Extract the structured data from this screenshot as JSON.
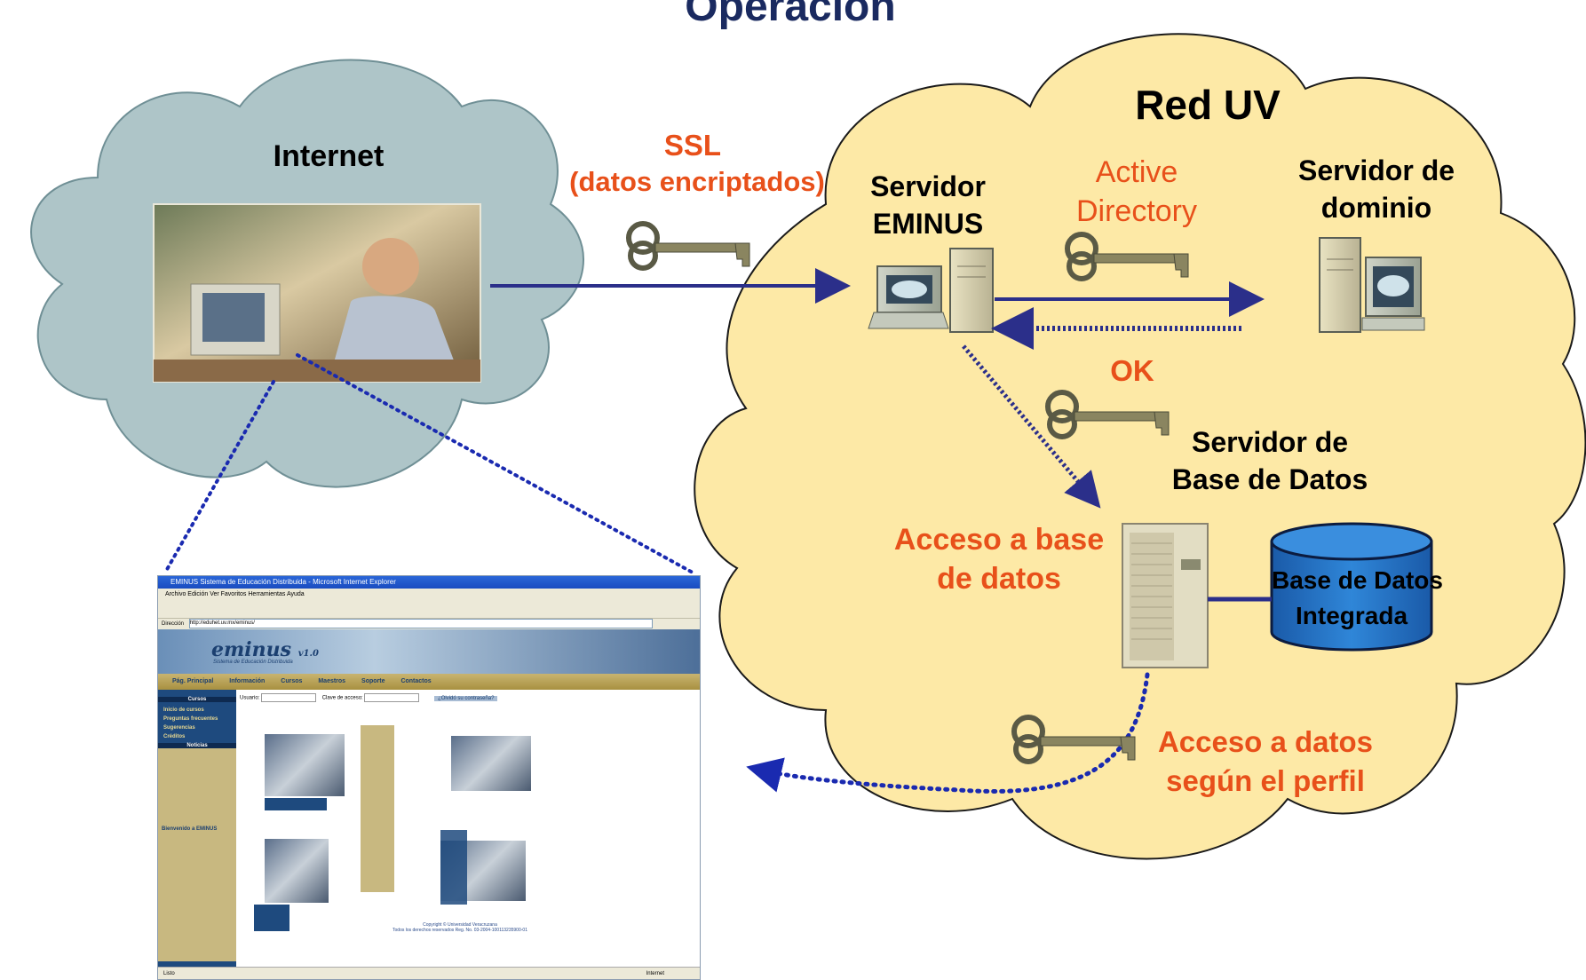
{
  "title": "Operación",
  "clouds": {
    "internet": {
      "label": "Internet",
      "fill": "#aec5c8",
      "stroke": "#6f8f95"
    },
    "red_uv": {
      "label": "Red UV",
      "fill": "#fde9a6",
      "stroke": "#1a1a1a"
    }
  },
  "links": {
    "ssl_line1": "SSL",
    "ssl_line2": "(datos encriptados)",
    "active_directory_line1": "Active",
    "active_directory_line2": "Directory",
    "ok": "OK",
    "acceso_base_line1": "Acceso a base",
    "acceso_base_line2": "de datos",
    "acceso_datos_line1": "Acceso a datos",
    "acceso_datos_line2": "según el perfil"
  },
  "nodes": {
    "servidor_eminus_line1": "Servidor",
    "servidor_eminus_line2": "EMINUS",
    "servidor_dominio_line1": "Servidor de",
    "servidor_dominio_line2": "dominio",
    "servidor_bd_line1": "Servidor de",
    "servidor_bd_line2": "Base de Datos",
    "base_datos_line1": "Base de Datos",
    "base_datos_line2": "Integrada"
  },
  "colors": {
    "arrow": "#2b2f8a",
    "dotted": "#1a2ab0",
    "label_red": "#e8501a",
    "title": "#1a2a60",
    "cylinder": "#1f6fc0"
  },
  "browser": {
    "window_title": "EMINUS Sistema de Educación Distribuida - Microsoft Internet Explorer",
    "menu": "Archivo   Edición   Ver   Favoritos   Herramientas   Ayuda",
    "address_label": "Dirección",
    "address": "http://eduhet.uv.mx/eminus/",
    "logo": "eminus",
    "version": "v1.0",
    "subtitle": "Sistema de Educación Distribuida",
    "nav": [
      "Pág. Principal",
      "Información",
      "Cursos",
      "Maestros",
      "Soporte",
      "Contactos"
    ],
    "side_header": "Cursos",
    "side_items": [
      "Inicio de cursos",
      "Preguntas frecuentes",
      "Sugerencias",
      "Créditos"
    ],
    "side_header2": "Noticias",
    "welcome": "Bienvenido a EMINUS",
    "usuario": "Usuario:",
    "clave": "Clave de acceso:",
    "forgot": "¿Olvidó su contraseña?",
    "footer1": "Copyright © Universidad Veracruzana",
    "footer2": "Todos los derechos reservados Reg. No. 03-2004-100113235900-01",
    "status_left": "Listo",
    "status_right": "Internet"
  }
}
